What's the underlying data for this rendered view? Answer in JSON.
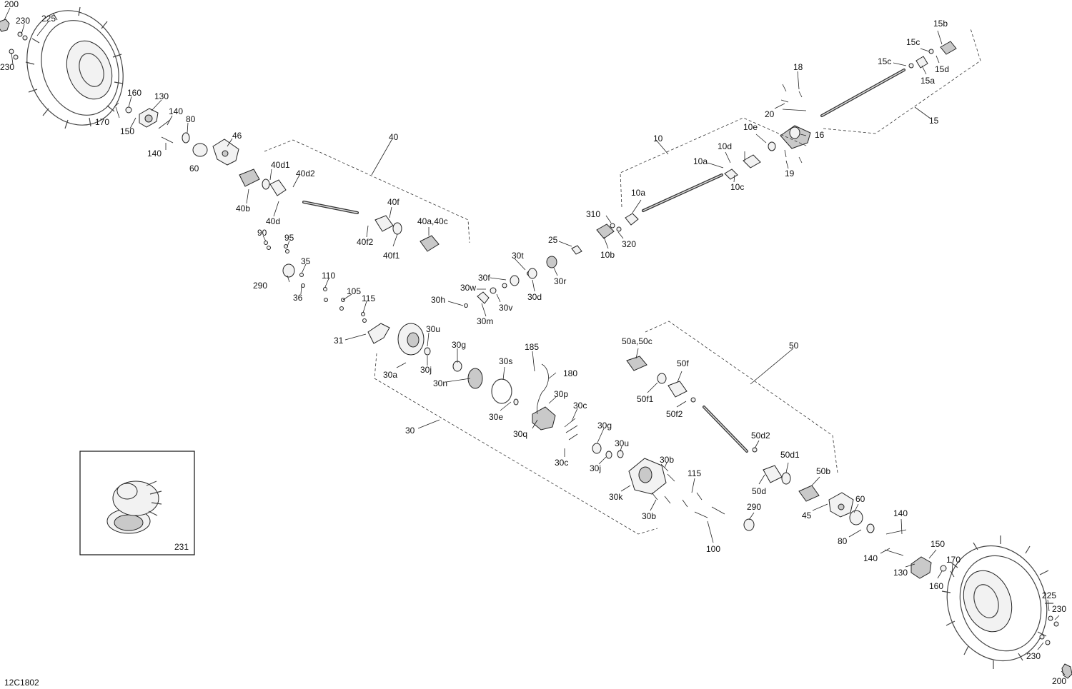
{
  "diagram_id": "12C1802",
  "inset_label": "231",
  "labels": {
    "l200a": "200",
    "l230a": "230",
    "l225a": "225",
    "l230b": "230",
    "l160a": "160",
    "l130a": "130",
    "l140a": "140",
    "l80a": "80",
    "l170a": "170",
    "l150a": "150",
    "l140b": "140",
    "l46": "46",
    "l60a": "60",
    "l40": "40",
    "l40d1": "40d1",
    "l40d2": "40d2",
    "l40b": "40b",
    "l40d": "40d",
    "l40f": "40f",
    "l40a40c": "40a,40c",
    "l40f2": "40f2",
    "l40f1": "40f1",
    "l90": "90",
    "l95": "95",
    "l35": "35",
    "l290a": "290",
    "l36": "36",
    "l110": "110",
    "l105": "105",
    "l115a": "115",
    "l31": "31",
    "l30u_a": "30u",
    "l30g_a": "30g",
    "l30a": "30a",
    "l30j_a": "30j",
    "l30n": "30n",
    "l30s": "30s",
    "l185": "185",
    "l180": "180",
    "l30e": "30e",
    "l30p": "30p",
    "l30q": "30q",
    "l30c_a": "30c",
    "l30": "30",
    "l30g_b": "30g",
    "l30u_b": "30u",
    "l30j_b": "30j",
    "l30c_b": "30c",
    "l30b_a": "30b",
    "l30k": "30k",
    "l30b_b": "30b",
    "l115b": "115",
    "l100": "100",
    "l290b": "290",
    "l30t": "30t",
    "l30f": "30f",
    "l30w": "30w",
    "l30d": "30d",
    "l30r": "30r",
    "l30h": "30h",
    "l30v": "30v",
    "l30m": "30m",
    "l25": "25",
    "l310": "310",
    "l320": "320",
    "l10b": "10b",
    "l10a_a": "10a",
    "l10a_b": "10a",
    "l10": "10",
    "l10d": "10d",
    "l10e": "10e",
    "l10c": "10c",
    "l16": "16",
    "l19": "19",
    "l18": "18",
    "l20": "20",
    "l15": "15",
    "l15b": "15b",
    "l15c_a": "15c",
    "l15c_b": "15c",
    "l15d": "15d",
    "l15a": "15a",
    "l50a50c": "50a,50c",
    "l50": "50",
    "l50f": "50f",
    "l50f1": "50f1",
    "l50f2": "50f2",
    "l50d2": "50d2",
    "l50d1": "50d1",
    "l50d": "50d",
    "l50b": "50b",
    "l45": "45",
    "l60b": "60",
    "l80b": "80",
    "l140c": "140",
    "l140d": "140",
    "l130b": "130",
    "l150b": "150",
    "l170b": "170",
    "l160b": "160",
    "l225b": "225",
    "l230c": "230",
    "l230d": "230",
    "l200b": "200"
  }
}
